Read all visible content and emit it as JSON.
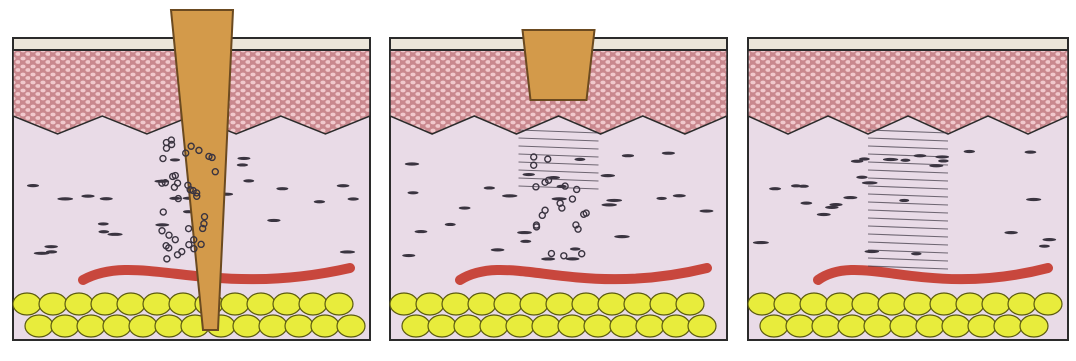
{
  "figure": {
    "panel_count": 3,
    "colors": {
      "background": "#ffffff",
      "outline": "#2b2b2b",
      "stratum_corneum": "#ece6da",
      "epidermis": "#c9888e",
      "epidermis_cells": "#f1c9cd",
      "dermis": "#e9dbe7",
      "fibroblast": "#3a3440",
      "blood_vessel": "#c8473d",
      "fat": "#e8ec3c",
      "fat_outline": "#5b5a10",
      "foreign_body": "#d39a4a",
      "foreign_body_outline": "#6b4a20"
    },
    "panels": [
      {
        "stage": 1,
        "foreign_body": "deep-splinter",
        "inflammatory_cells": "dense",
        "fibrosis": "none"
      },
      {
        "stage": 2,
        "foreign_body": "superficial-plug",
        "inflammatory_cells": "moderate",
        "fibrosis": "early"
      },
      {
        "stage": 3,
        "foreign_body": "none",
        "inflammatory_cells": "none",
        "fibrosis": "scar"
      }
    ]
  }
}
